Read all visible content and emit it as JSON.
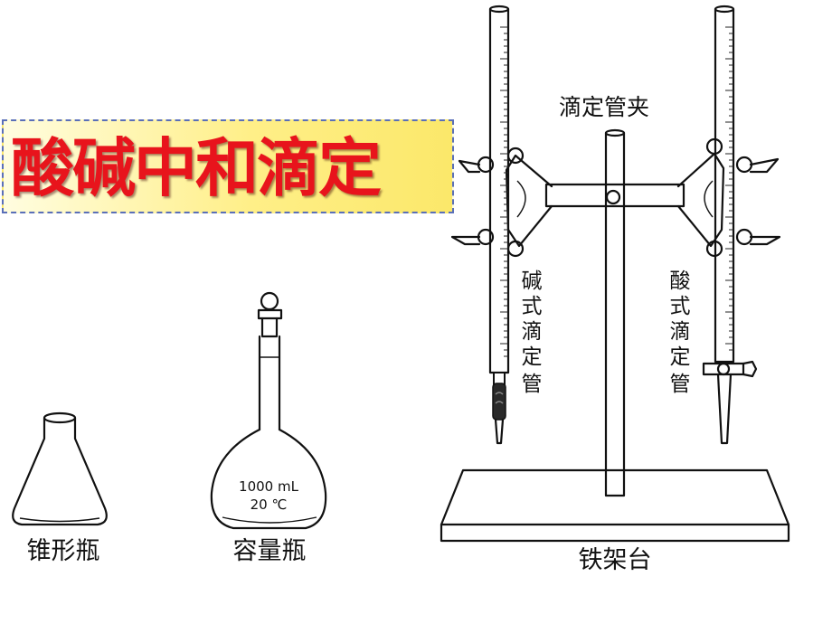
{
  "title": "酸碱中和滴定",
  "labels": {
    "conical_flask": "锥形瓶",
    "volumetric_flask": "容量瓶",
    "iron_stand": "铁架台",
    "burette_clamp": "滴定管夹",
    "base_burette": [
      "碱",
      "式",
      "滴",
      "定",
      "管"
    ],
    "acid_burette": [
      "酸",
      "式",
      "滴",
      "定",
      "管"
    ]
  },
  "flask_markings": {
    "volume": "1000 mL",
    "temperature": "20 ℃"
  },
  "colors": {
    "title": "#e8141c",
    "title_background": "#ffef88",
    "title_border": "#5a6fb8",
    "line": "#111111"
  }
}
